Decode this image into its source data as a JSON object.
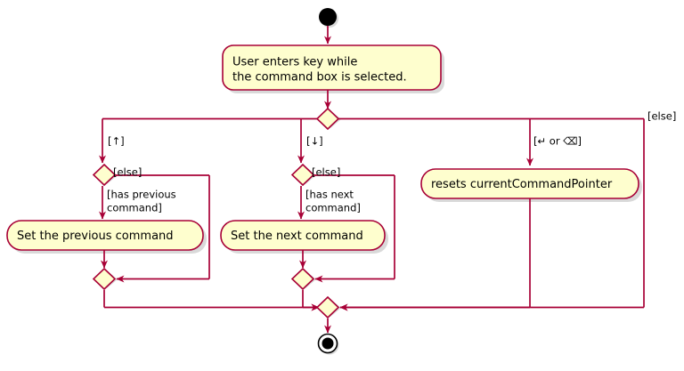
{
  "diagram": {
    "type": "uml-activity-diagram",
    "colors": {
      "node_fill": "#FEFECE",
      "node_border": "#A80036",
      "edge": "#A80036",
      "start_node": "#000000",
      "end_ring": "#000000",
      "text": "#000000",
      "background": "#FFFFFF",
      "shadow": "#AAAAAA"
    },
    "start_node": {
      "name": "start"
    },
    "end_node": {
      "name": "end"
    },
    "activities": [
      {
        "id": "user-enters-key",
        "lines": [
          "User enters key while",
          "the command box is selected."
        ]
      },
      {
        "id": "set-previous-command",
        "lines": [
          "Set the previous command"
        ]
      },
      {
        "id": "set-next-command",
        "lines": [
          "Set the next command"
        ]
      },
      {
        "id": "resets-pointer",
        "lines": [
          "resets currentCommandPointer"
        ]
      }
    ],
    "decisions": [
      {
        "id": "key-type-decision"
      },
      {
        "id": "has-previous-decision"
      },
      {
        "id": "has-next-decision"
      }
    ],
    "merges": [
      {
        "id": "merge-left"
      },
      {
        "id": "merge-middle"
      },
      {
        "id": "merge-final"
      }
    ],
    "guards": {
      "up_key": "[↑]",
      "down_key": "[↓]",
      "enter_or_backspace": "[↵ or ⌫]",
      "else_outer": "[else]",
      "else_previous": "[else]",
      "else_next": "[else]",
      "has_previous_command_line1": "[has previous",
      "has_previous_command_line2": "command]",
      "has_next_command_line1": "[has next",
      "has_next_command_line2": "command]"
    }
  }
}
